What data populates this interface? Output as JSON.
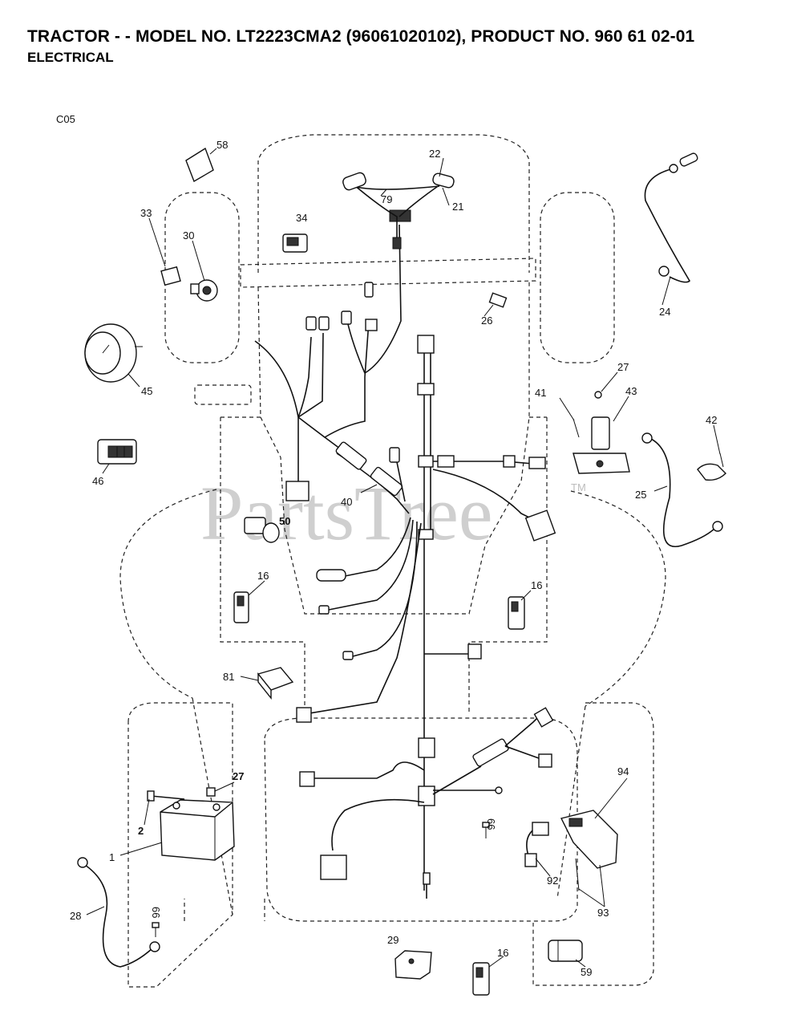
{
  "header": {
    "title": "TRACTOR - - MODEL NO. LT2223CMA2 (96061020102), PRODUCT NO. 960 61 02-01",
    "subtitle": "ELECTRICAL"
  },
  "diagram": {
    "code": "C05",
    "watermark": "PartsTree",
    "watermark_mark": "TM",
    "callouts": {
      "c58": "58",
      "c22": "22",
      "c79": "79",
      "c21": "21",
      "c33": "33",
      "c30": "30",
      "c34": "34",
      "c24": "24",
      "c26": "26",
      "c45": "45",
      "c27a": "27",
      "c41": "41",
      "c43": "43",
      "c42": "42",
      "c46": "46",
      "c40": "40",
      "c25": "25",
      "c50": "50",
      "c16a": "16",
      "c16b": "16",
      "c81": "81",
      "c94": "94",
      "c27b": "27",
      "c2": "2",
      "c1": "1",
      "c66a": "66",
      "c92": "92",
      "c93": "93",
      "c28": "28",
      "c66b": "66",
      "c29": "29",
      "c16c": "16",
      "c59": "59"
    }
  }
}
